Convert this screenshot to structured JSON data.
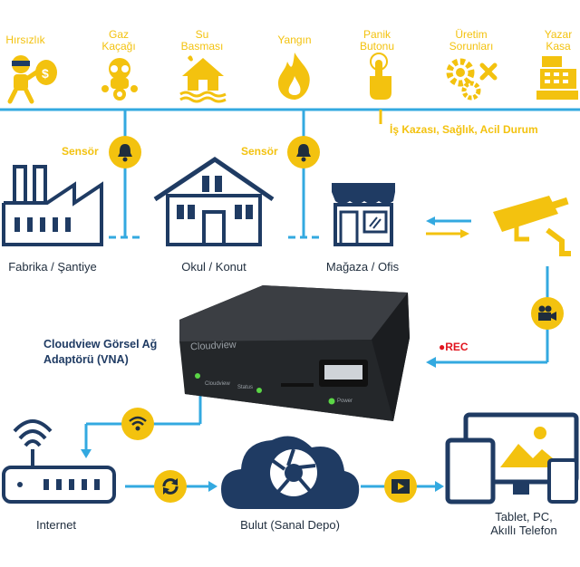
{
  "top_row": {
    "items": [
      {
        "label": "Hırsızlık",
        "icon": "thief-icon"
      },
      {
        "label": "Gaz\nKaçağı",
        "icon": "gas-mask-icon"
      },
      {
        "label": "Su\nBasması",
        "icon": "flood-house-icon"
      },
      {
        "label": "Yangın",
        "icon": "fire-icon"
      },
      {
        "label": "Panik\nButonu",
        "icon": "panic-button-icon"
      },
      {
        "label": "Üretim\nSorunları",
        "icon": "gears-error-icon"
      },
      {
        "label": "Yazar\nKasa",
        "icon": "cash-register-icon"
      }
    ],
    "note": "İş Kazası, Sağlık, Acil Durum"
  },
  "sensors": {
    "label": "Sensör"
  },
  "locations": [
    {
      "label": "Fabrika / Şantiye",
      "icon": "factory-icon"
    },
    {
      "label": "Okul / Konut",
      "icon": "house-icon"
    },
    {
      "label": "Mağaza / Ofis",
      "icon": "store-icon"
    }
  ],
  "device": {
    "title": "Cloudview Görsel Ağ\nAdaptörü (VNA)",
    "brand": "Cloudview",
    "port_labels": [
      "Cloudview",
      "Status",
      "Power"
    ],
    "rec": "●REC"
  },
  "bottom_row": {
    "internet": "Internet",
    "cloud": "Bulut (Sanal Depo)",
    "devices": "Tablet, PC,\nAkıllı Telefon"
  },
  "colors": {
    "blue": "#1f3b63",
    "light_blue": "#33a9e0",
    "yellow": "#f3c20f",
    "rec": "#e1141e"
  }
}
